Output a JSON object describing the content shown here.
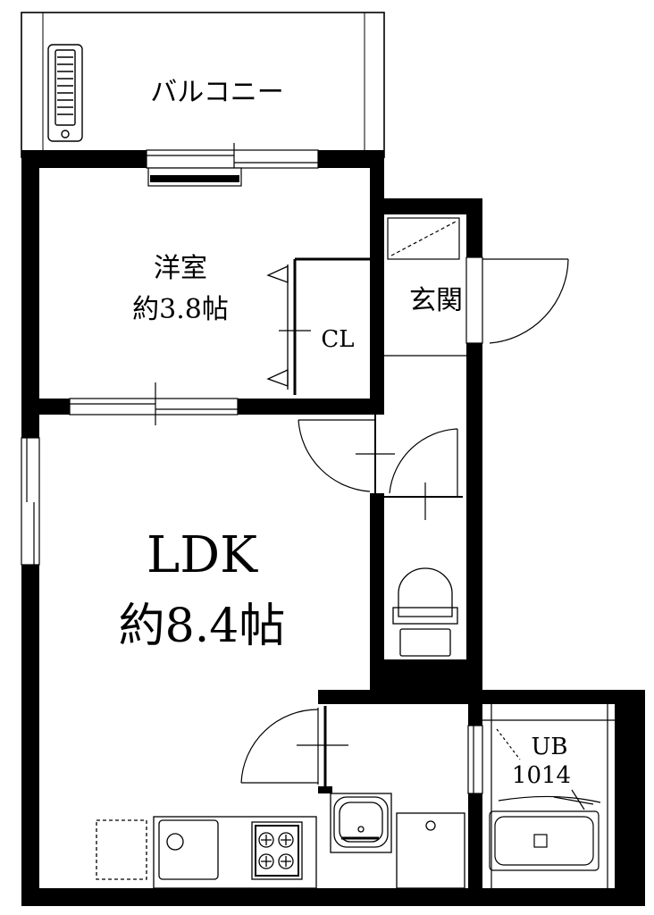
{
  "rooms": {
    "balcony": {
      "name": "バルコニー"
    },
    "western_room": {
      "name": "洋室",
      "size": "約3.8帖"
    },
    "closet": {
      "name": "CL"
    },
    "entrance": {
      "name": "玄関"
    },
    "ldk": {
      "name": "LDK",
      "size": "約8.4帖"
    },
    "bath": {
      "name": "UB",
      "size": "1014"
    }
  },
  "colors": {
    "wall": "#000000",
    "background": "#ffffff",
    "line": "#000000"
  }
}
